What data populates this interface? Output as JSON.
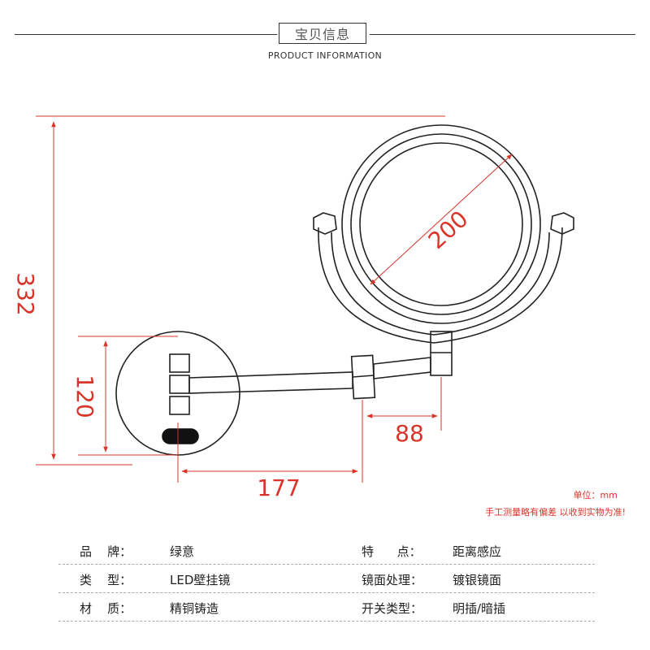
{
  "header": {
    "title": "宝贝信息",
    "subtitle": "PRODUCT INFORMATION"
  },
  "dimensions": {
    "height": "332",
    "mirror_diameter": "200",
    "plate_height": "120",
    "arm_length": "177",
    "joint_offset": "88"
  },
  "notes": {
    "unit": "单位：mm",
    "disclaimer": "手工测量略有偏差 以收到实物为准!"
  },
  "specs": [
    {
      "label1": "品    牌：",
      "value1": "绿意",
      "label2": "特      点：",
      "value2": "距离感应"
    },
    {
      "label1": "类    型：",
      "value1": "LED壁挂镜",
      "label2": "镜面处理：",
      "value2": "镀银镜面"
    },
    {
      "label1": "材    质：",
      "value1": "精铜铸造",
      "label2": "开关类型：",
      "value2": "明插/暗插"
    }
  ],
  "colors": {
    "dimension": "#d8342a",
    "outline": "#222222"
  }
}
